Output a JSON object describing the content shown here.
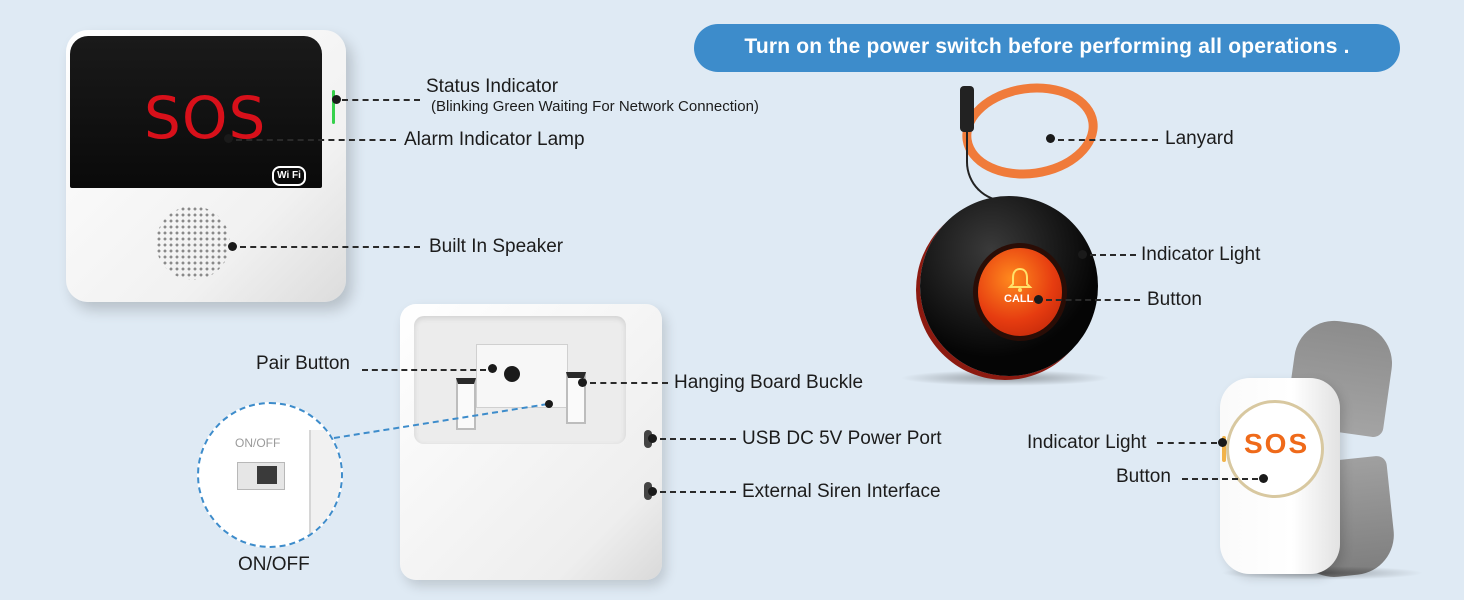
{
  "banner": {
    "text": "Turn on the power switch before performing all operations ."
  },
  "main_unit": {
    "screen_text": "SOS",
    "wifi_badge": "Wi Fi",
    "status_indicator": "Status Indicator",
    "status_indicator_note": "(Blinking Green Waiting For Network Connection)",
    "alarm_indicator_lamp": "Alarm Indicator Lamp",
    "built_in_speaker": "Built In Speaker"
  },
  "back_unit": {
    "pair_button": "Pair Button",
    "hanging_board_buckle": "Hanging Board Buckle",
    "usb_port": "USB DC 5V Power Port",
    "siren_interface": "External Siren Interface",
    "switch_printed": "ON/OFF",
    "switch_label": "ON/OFF"
  },
  "pendant": {
    "lanyard": "Lanyard",
    "indicator_light": "Indicator Light",
    "button": "Button",
    "button_text": "CALL"
  },
  "watch": {
    "indicator_light": "Indicator Light",
    "button": "Button",
    "face_text": "SOS"
  },
  "colors": {
    "background": "#dfeaf4",
    "banner": "#3d8ccb",
    "sos_red": "#d8101a",
    "lanyard_orange": "#f07b3a",
    "call_orange": "#e63c10",
    "watch_sos": "#ef6a1a",
    "status_green": "#36d14c"
  },
  "icons": [
    "bell-icon",
    "wifi-icon"
  ]
}
